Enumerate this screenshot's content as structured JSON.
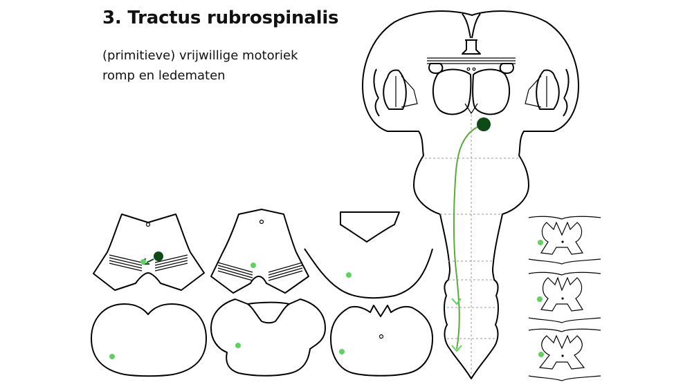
{
  "slide": {
    "title": "3. Tractus rubrospinalis",
    "subtitle_lines": [
      "(primitieve) vrijwillige motoriek",
      "romp en ledematen"
    ]
  },
  "colors": {
    "nucleus_ruber": "#0e4a17",
    "tract": "#5fd35f",
    "tract_line_dark": "#3f7a3f",
    "outline": "#000000"
  }
}
